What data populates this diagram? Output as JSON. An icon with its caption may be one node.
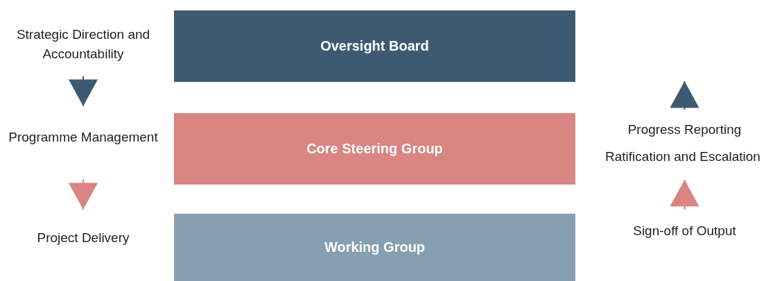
{
  "diagram": {
    "nodes": [
      {
        "text": [
          "Oversight Board"
        ]
      },
      {
        "text": [
          "Core Steering Group"
        ]
      },
      {
        "text": [
          "Working Group"
        ]
      },
      {
        "text": [
          "Strategic Direction and Accountability"
        ]
      },
      {
        "text": [
          "Programme Management"
        ]
      },
      {
        "text": [
          "Project Delivery"
        ]
      },
      {
        "text": [
          "Progress Reporting"
        ]
      },
      {
        "text": [
          "Ratification and Escalation"
        ]
      },
      {
        "text": [
          "Sign-off of Output"
        ]
      }
    ],
    "edges": [
      {
        "from": 3,
        "to": 4,
        "arrow": "to",
        "color": "#3e5a73"
      },
      {
        "from": 4,
        "to": 5,
        "arrow": "to",
        "color": "#d98582"
      },
      {
        "from": 6,
        "to": null,
        "arrow": "to",
        "color": "#3e5a73"
      },
      {
        "from": 8,
        "to": 7,
        "arrow": "to",
        "color": "#d98582"
      }
    ]
  }
}
